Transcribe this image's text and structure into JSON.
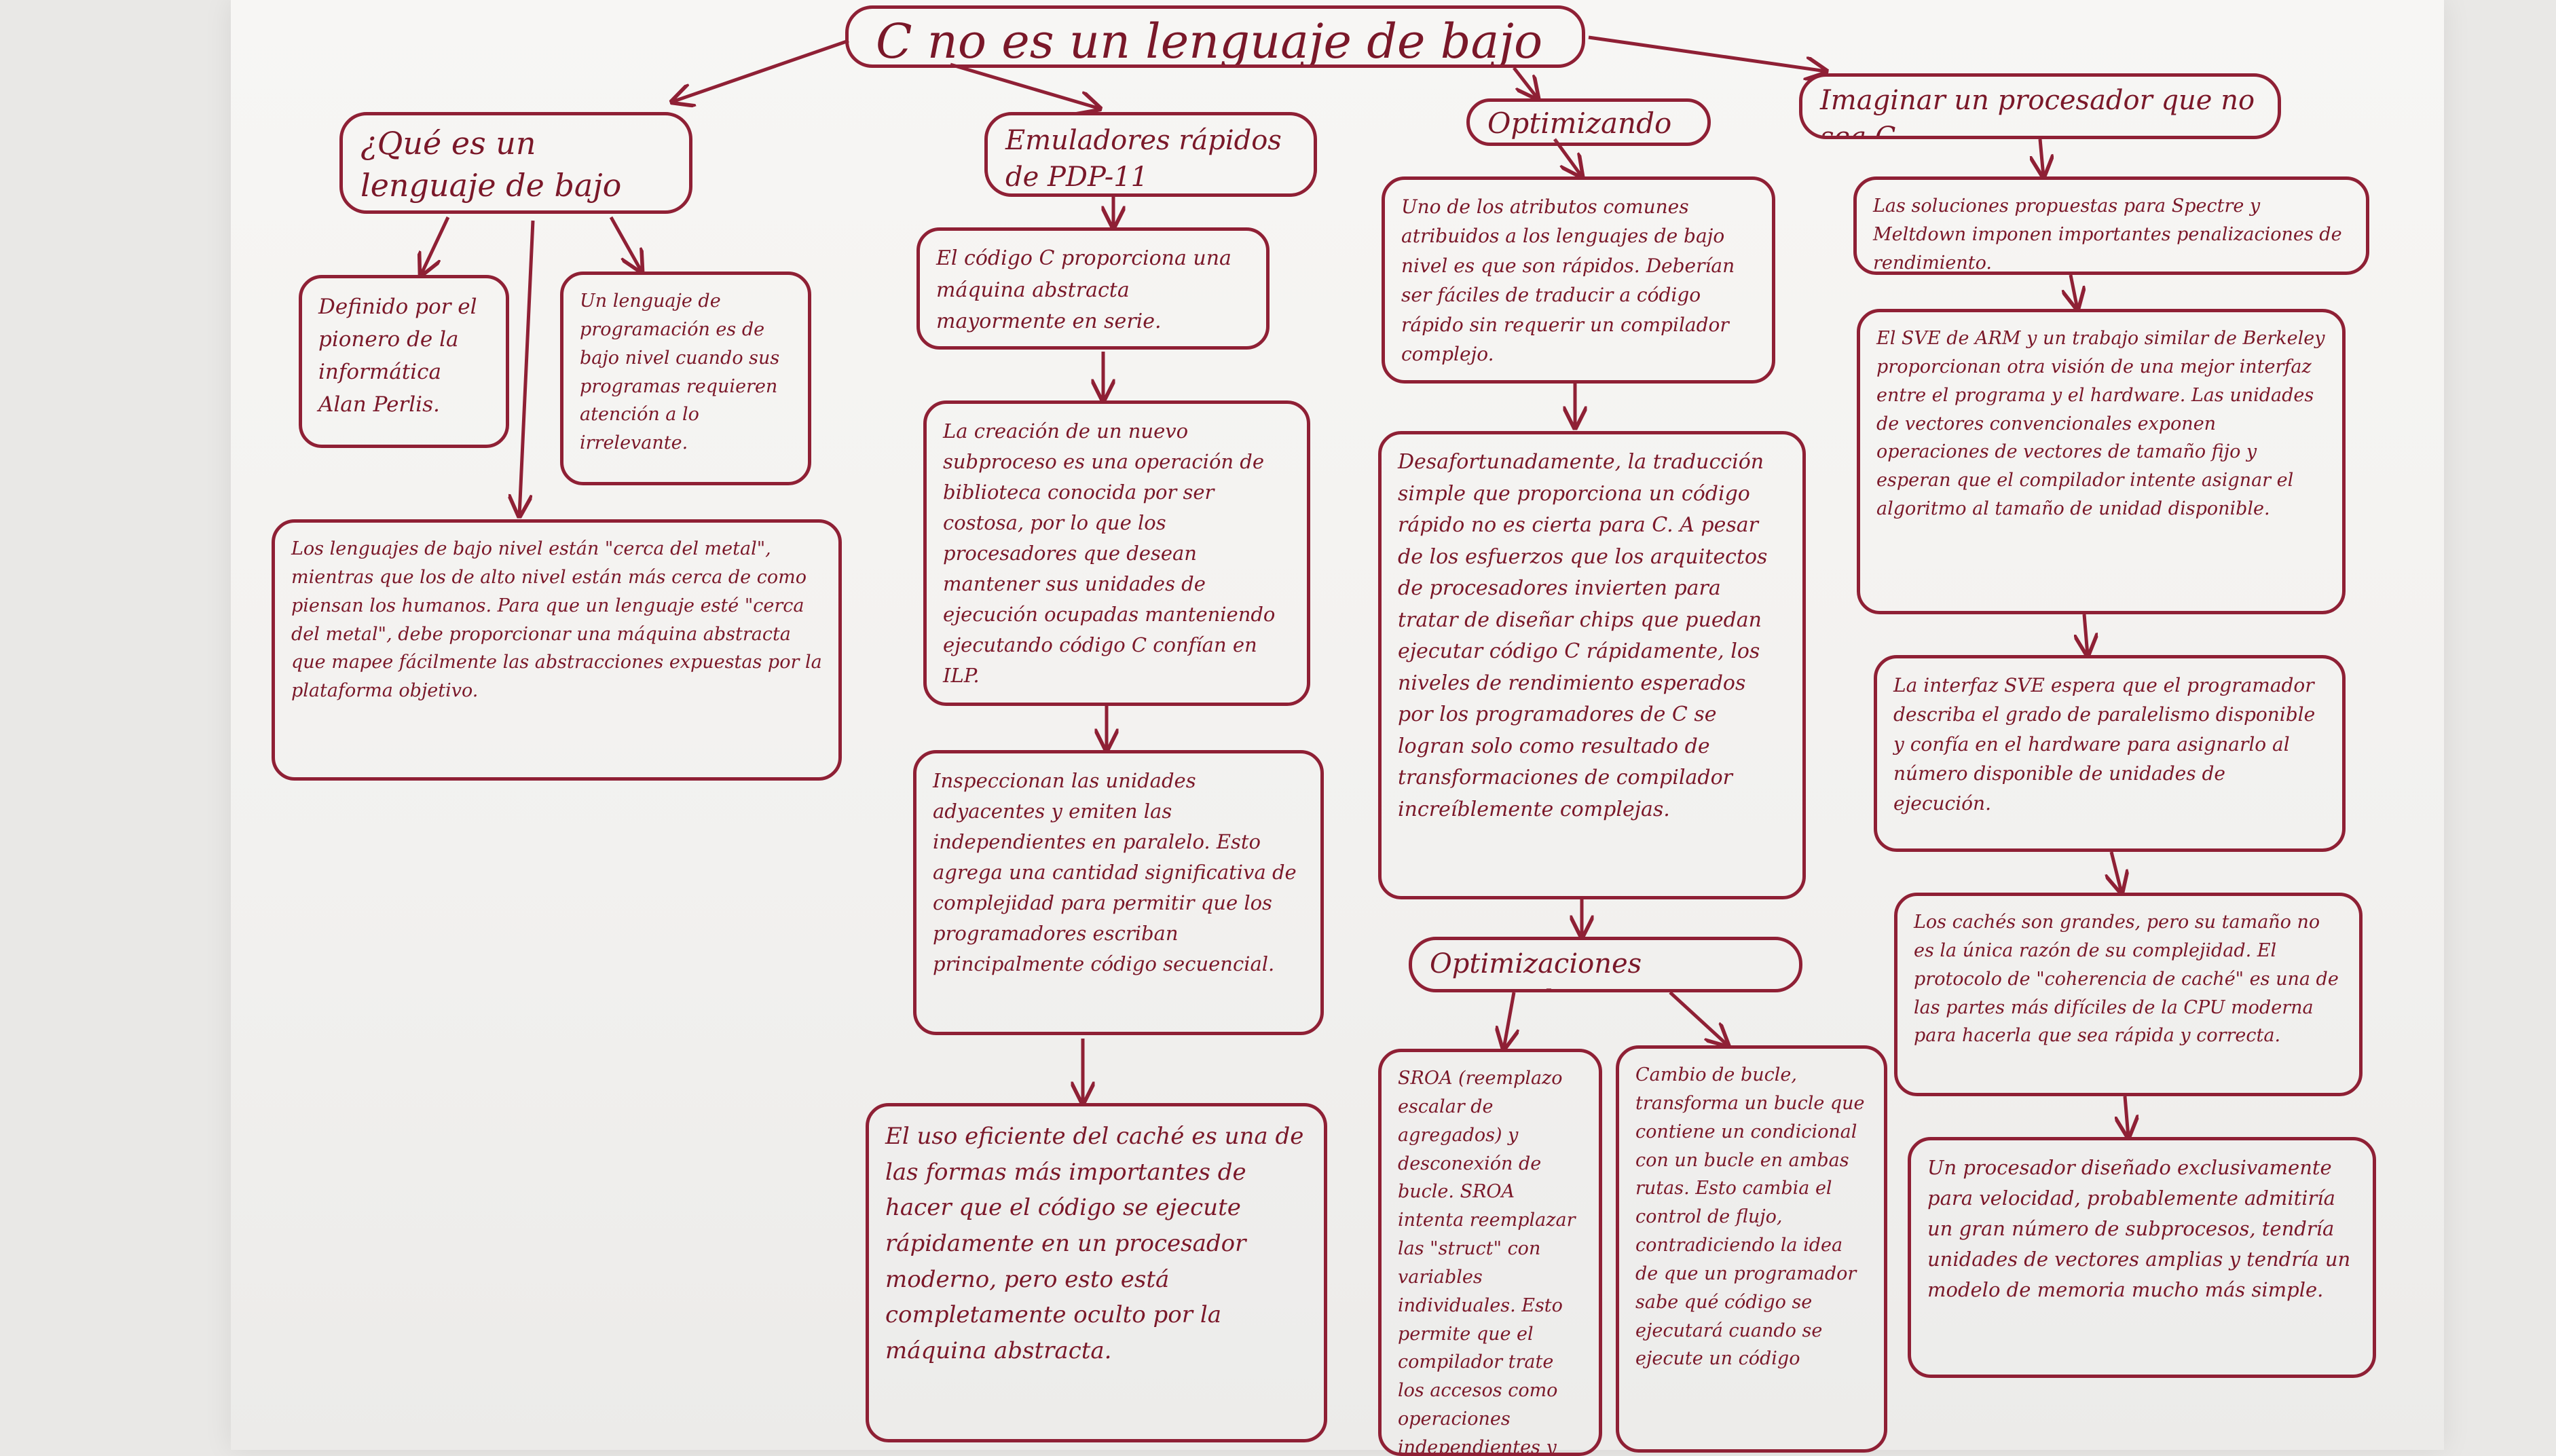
{
  "colors": {
    "ink": "#8f2035",
    "paper": "#f5f4f2"
  },
  "title": "C no es un lenguaje de bajo nivel",
  "branch1": {
    "heading": "¿Qué es un lenguaje de bajo nivel?",
    "def_perlis": "Definido por el pionero de la informática Alan Perlis.",
    "def_programa": "Un lenguaje de programación es de bajo nivel cuando sus programas requieren atención a lo irrelevante.",
    "metal": "Los lenguajes de bajo nivel están \"cerca del metal\", mientras que los de alto nivel están más cerca de como piensan los humanos. Para que un lenguaje esté \"cerca del metal\", debe proporcionar una máquina abstracta que mapee fácilmente las abstracciones expuestas por la plataforma objetivo."
  },
  "branch2": {
    "heading": "Emuladores rápidos de PDP-11",
    "n1": "El código C proporciona una máquina abstracta mayormente en serie.",
    "n2": "La creación de un nuevo subproceso es una operación de biblioteca conocida por ser costosa, por lo que los procesadores que desean mantener sus unidades de ejecución ocupadas manteniendo ejecutando código C confían en ILP.",
    "n3": "Inspeccionan las unidades adyacentes y emiten las independientes en paralelo. Esto agrega una cantidad significativa de complejidad para permitir que los programadores escriban principalmente código secuencial.",
    "n4": "El uso eficiente del caché es una de las formas más importantes de hacer que el código se ejecute rápidamente en un procesador moderno, pero esto está completamente oculto por la máquina abstracta."
  },
  "branch3": {
    "heading": "Optimizando C",
    "n1": "Uno de los atributos comunes atribuidos a los lenguajes de bajo nivel es que son rápidos. Deberían ser fáciles de traducir a código rápido sin requerir un compilador complejo.",
    "n2": "Desafortunadamente, la traducción simple que proporciona un código rápido no es cierta para C. A pesar de los esfuerzos que los arquitectos de procesadores invierten para tratar de diseñar chips que puedan ejecutar código C rápidamente, los niveles de rendimiento esperados por los programadores de C se logran solo como resultado de transformaciones de compilador increíblemente complejas.",
    "sub_heading": "Optimizaciones principales:",
    "sroa": "SROA (reemplazo escalar de agregados) y desconexión de bucle. SROA intenta reemplazar las \"struct\" con variables individuales. Esto permite que el compilador trate los accesos como operaciones independientes y",
    "bucle": "Cambio de bucle, transforma un bucle que contiene un condicional con un bucle en ambas rutas. Esto cambia el control de flujo, contradiciendo la idea de que un programador sabe qué código se ejecutará cuando se ejecute un código"
  },
  "branch4": {
    "heading": "Imaginar un procesador que no sea C",
    "n1": "Las soluciones propuestas para Spectre y Meltdown imponen importantes penalizaciones de rendimiento.",
    "n2": "El SVE de ARM y un trabajo similar de Berkeley proporcionan otra visión de una mejor interfaz entre el programa y el hardware. Las unidades de vectores convencionales exponen operaciones de vectores de tamaño fijo y esperan que el compilador intente asignar el algoritmo al tamaño de unidad disponible.",
    "n3": "La interfaz SVE espera que el programador describa el grado de paralelismo disponible y confía en el hardware para asignarlo al número disponible de unidades de ejecución.",
    "n4": "Los cachés son grandes, pero su tamaño no es la única razón de su complejidad. El protocolo de \"coherencia de caché\" es una de las partes más difíciles de la CPU moderna para hacerla que sea rápida y correcta.",
    "n5": "Un procesador diseñado exclusivamente para velocidad, probablemente admitiría un gran número de subprocesos, tendría unidades de vectores amplias y tendría un modelo de memoria mucho más simple."
  }
}
